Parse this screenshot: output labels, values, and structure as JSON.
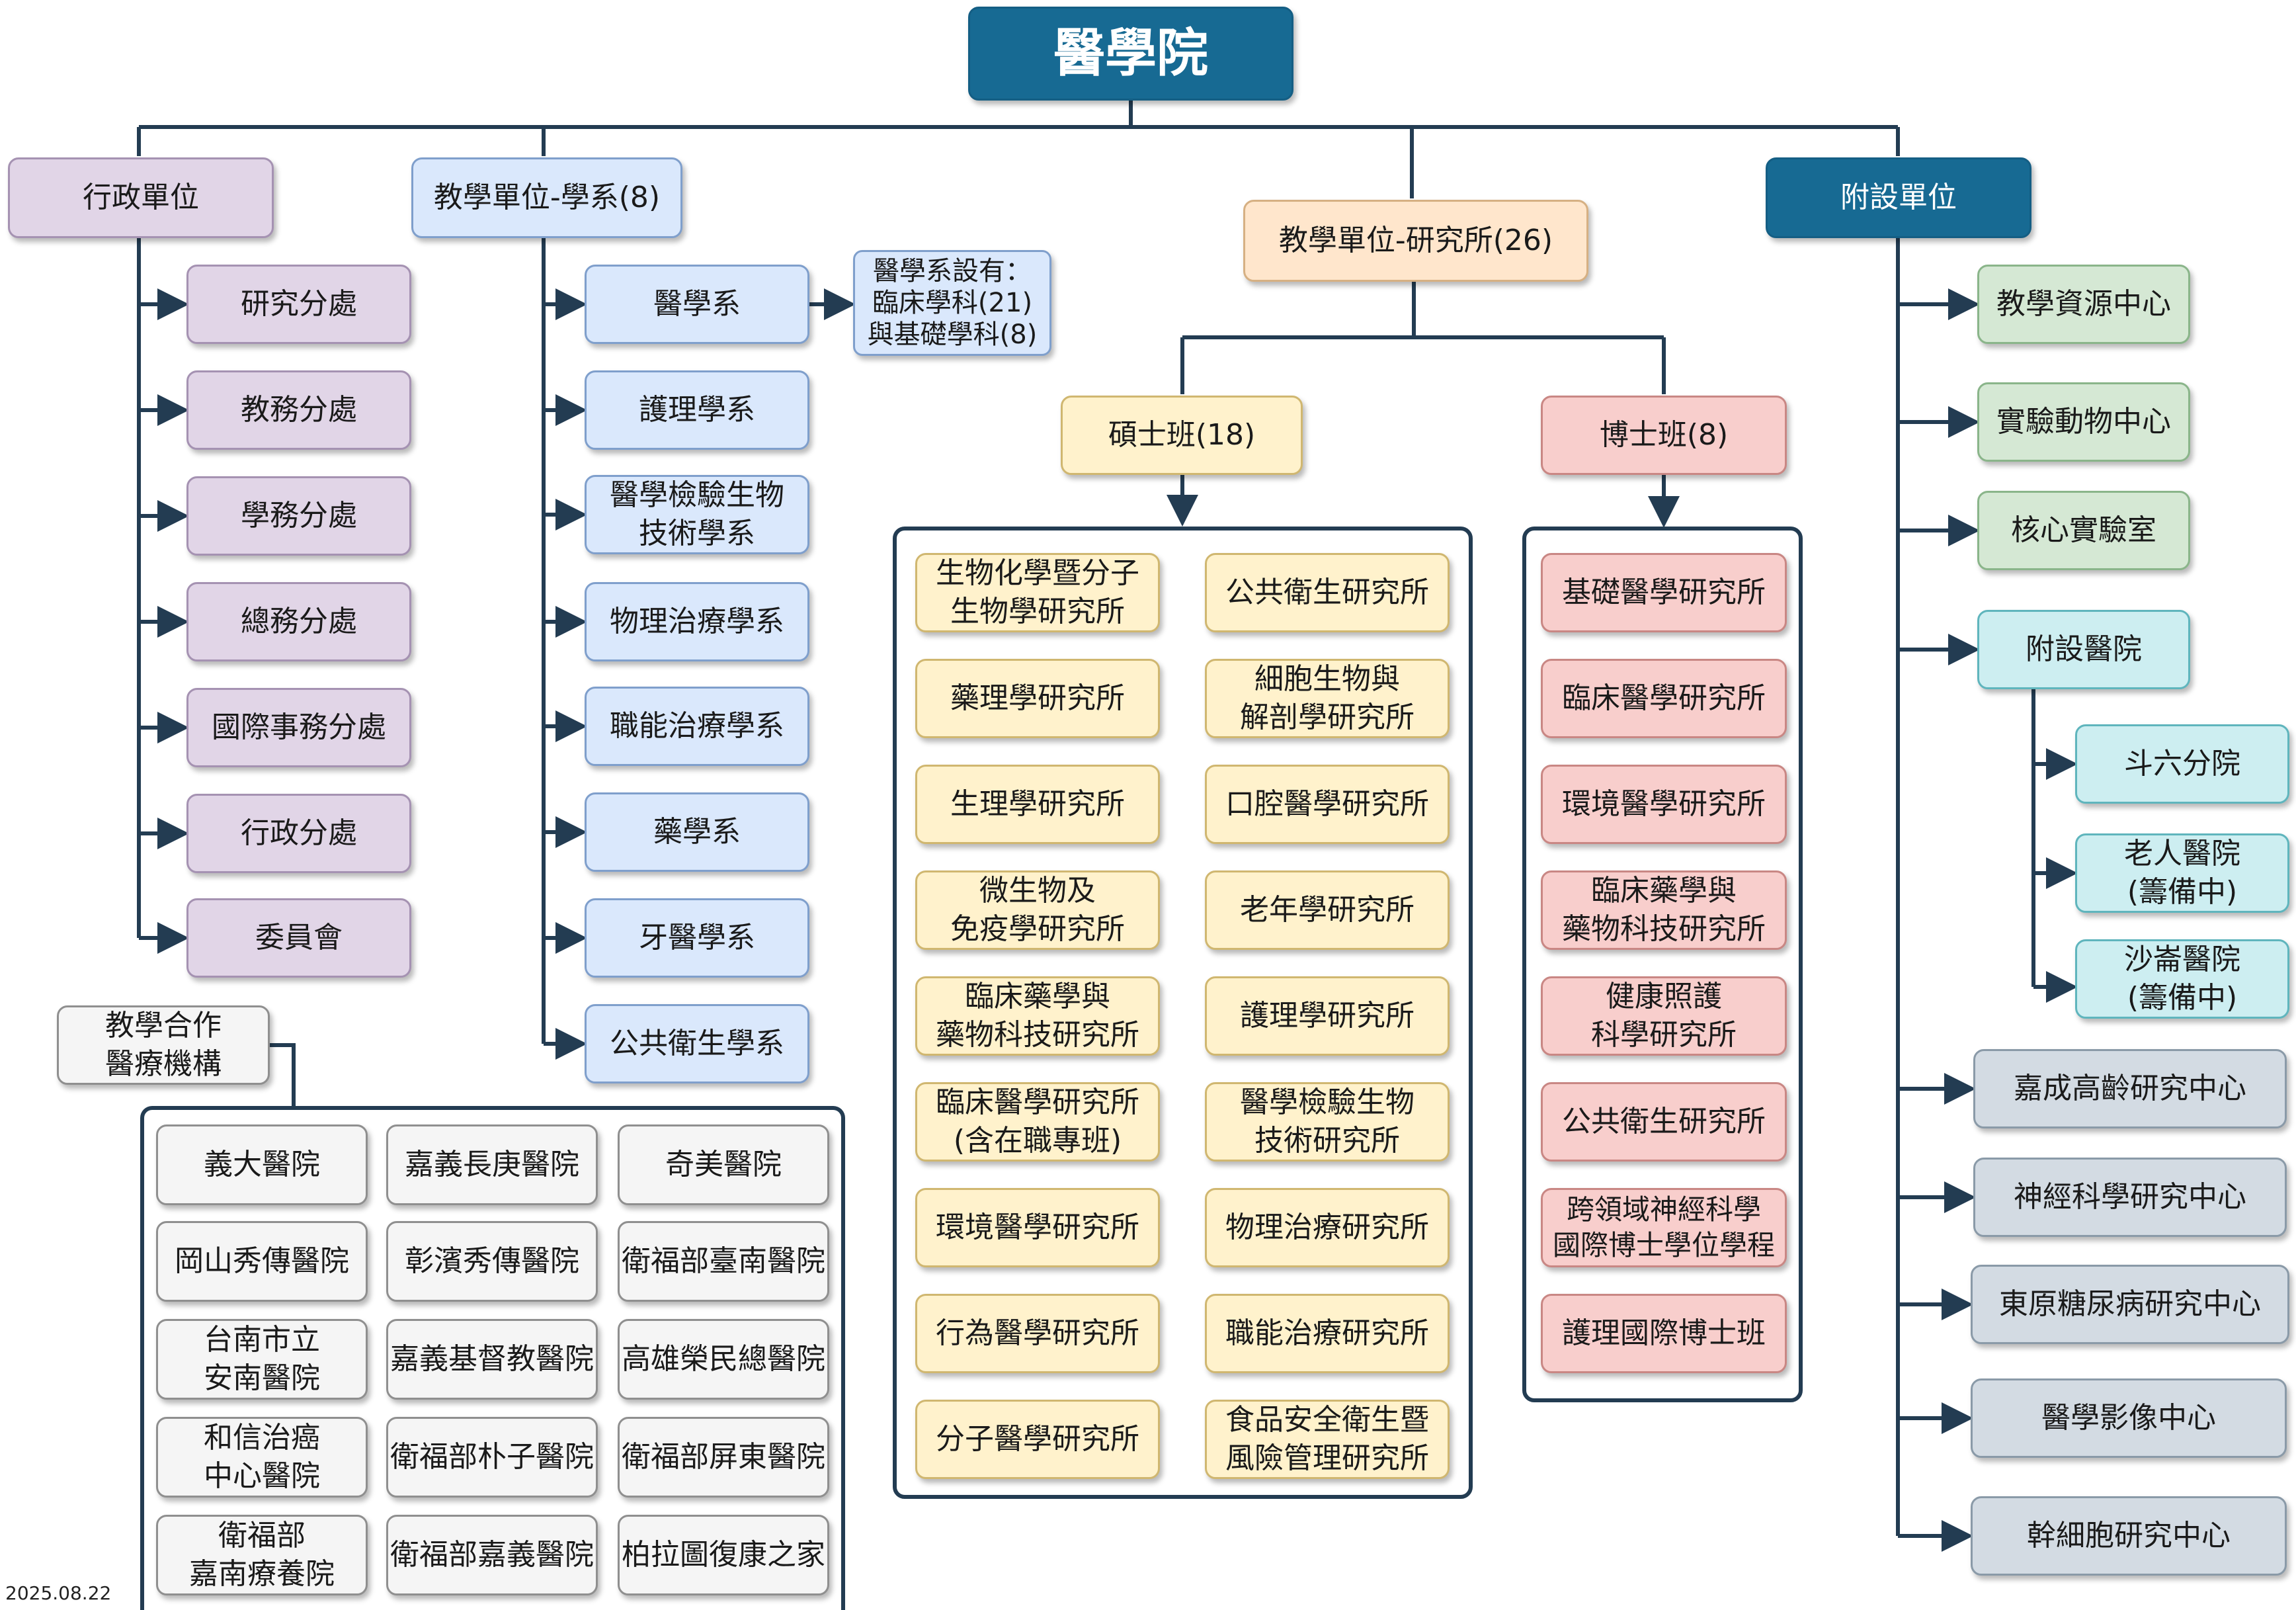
{
  "root": "醫學院",
  "admin": {
    "title": "行政單位",
    "items": [
      "研究分處",
      "教務分處",
      "學務分處",
      "總務分處",
      "國際事務分處",
      "行政分處",
      "委員會"
    ]
  },
  "departments": {
    "title": "教學單位-學系(8)",
    "items": [
      "醫學系",
      "護理學系",
      "醫學檢驗生物\n技術學系",
      "物理治療學系",
      "職能治療學系",
      "藥學系",
      "牙醫學系",
      "公共衛生學系"
    ],
    "note": "醫學系設有：\n臨床學科(21)\n與基礎學科(8)"
  },
  "institutes": {
    "title": "教學單位-研究所(26)",
    "masters": {
      "title": "碩士班(18)",
      "col1": [
        "生物化學暨分子\n生物學研究所",
        "藥理學研究所",
        "生理學研究所",
        "微生物及\n免疫學研究所",
        "臨床藥學與\n藥物科技研究所",
        "臨床醫學研究所\n(含在職專班)",
        "環境醫學研究所",
        "行為醫學研究所",
        "分子醫學研究所"
      ],
      "col2": [
        "公共衛生研究所",
        "細胞生物與\n解剖學研究所",
        "口腔醫學研究所",
        "老年學研究所",
        "護理學研究所",
        "醫學檢驗生物\n技術研究所",
        "物理治療研究所",
        "職能治療研究所",
        "食品安全衛生暨\n風險管理研究所"
      ]
    },
    "doctoral": {
      "title": "博士班(8)",
      "items": [
        "基礎醫學研究所",
        "臨床醫學研究所",
        "環境醫學研究所",
        "臨床藥學與\n藥物科技研究所",
        "健康照護\n科學研究所",
        "公共衛生研究所",
        "跨領域神經科學\n國際博士學位學程",
        "護理國際博士班"
      ]
    }
  },
  "affiliated": {
    "title": "附設單位",
    "green": [
      "教學資源中心",
      "實驗動物中心",
      "核心實驗室"
    ],
    "hospital": {
      "title": "附設醫院",
      "branches": [
        "斗六分院",
        "老人醫院\n(籌備中)",
        "沙崙醫院\n(籌備中)"
      ]
    },
    "centers": [
      "嘉成高齡研究中心",
      "神經科學研究中心",
      "東原糖尿病研究中心",
      "醫學影像中心",
      "幹細胞研究中心"
    ]
  },
  "partners": {
    "title": "教學合作\n醫療機構",
    "items": [
      "義大醫院",
      "嘉義長庚醫院",
      "奇美醫院",
      "岡山秀傳醫院",
      "彰濱秀傳醫院",
      "衛福部臺南醫院",
      "台南市立\n安南醫院",
      "嘉義基督教醫院",
      "高雄榮民總醫院",
      "和信治癌\n中心醫院",
      "衛福部朴子醫院",
      "衛福部屏東醫院",
      "衛福部\n嘉南療養院",
      "衛福部嘉義醫院",
      "柏拉圖復康之家"
    ]
  },
  "date": "2025.08.22",
  "colors": {
    "line": "#233c52",
    "root": "#176a93",
    "admin": "#e1d5e7",
    "departments": "#dae8fc",
    "institutes": "#ffe6cc",
    "masters": "#fff2cc",
    "doctoral": "#f8cecc",
    "affiliated_green": "#d5e8d4",
    "hospital": "#cdeef1",
    "centers": "#d3dbe3"
  }
}
